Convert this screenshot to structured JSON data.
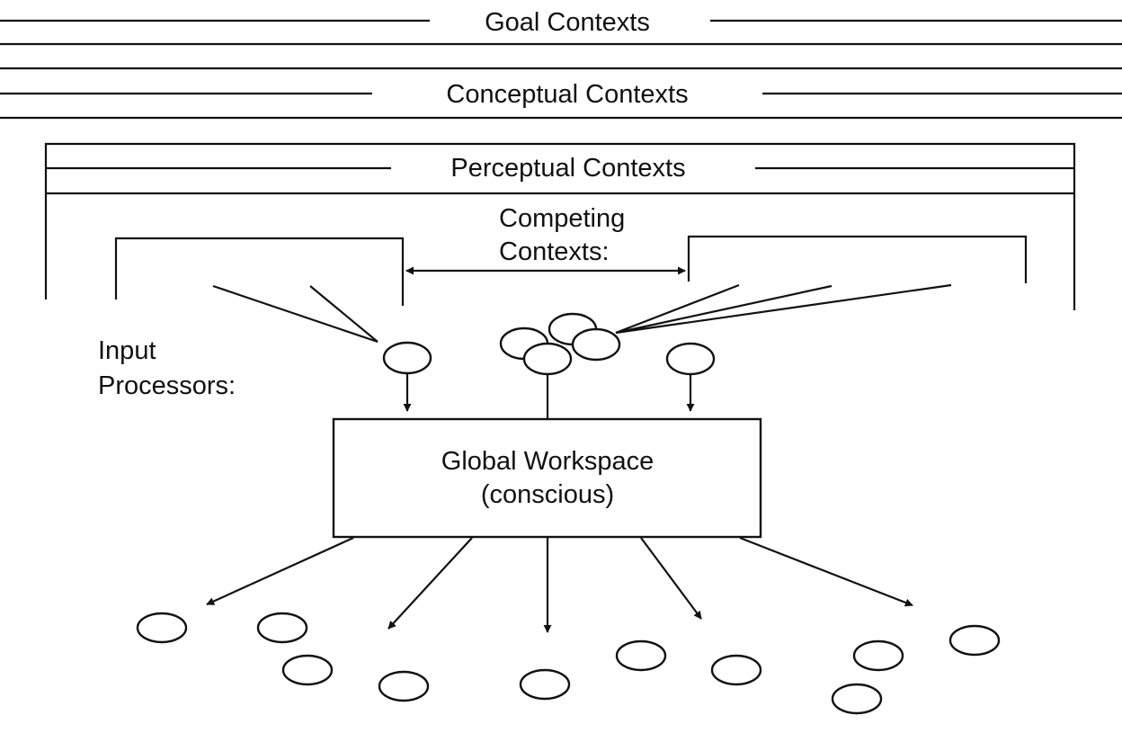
{
  "diagram": {
    "goal_contexts": "Goal Contexts",
    "conceptual_contexts": "Conceptual Contexts",
    "perceptual_contexts": "Perceptual Contexts",
    "competing_contexts": {
      "line1": "Competing",
      "line2": "Contexts:"
    },
    "input_processors": {
      "line1": "Input",
      "line2": "Processors:"
    },
    "global_workspace": {
      "line1": "Global Workspace",
      "line2": "(conscious)"
    },
    "colors": {
      "ink": "#111111",
      "background": "#ffffff"
    }
  }
}
